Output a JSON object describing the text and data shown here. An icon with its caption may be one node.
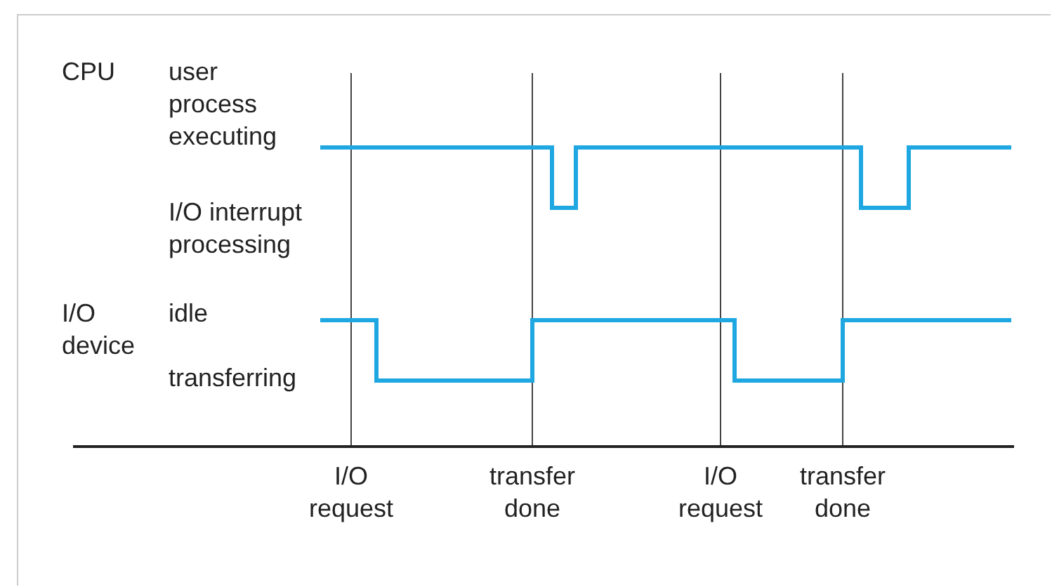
{
  "diagram": {
    "labels": [
      "CPU",
      "user process executing",
      "I/O interrupt processing",
      "I/O device",
      "idle",
      "transferring",
      "I/O request",
      "transfer done",
      "I/O request",
      "transfer done"
    ]
  }
}
